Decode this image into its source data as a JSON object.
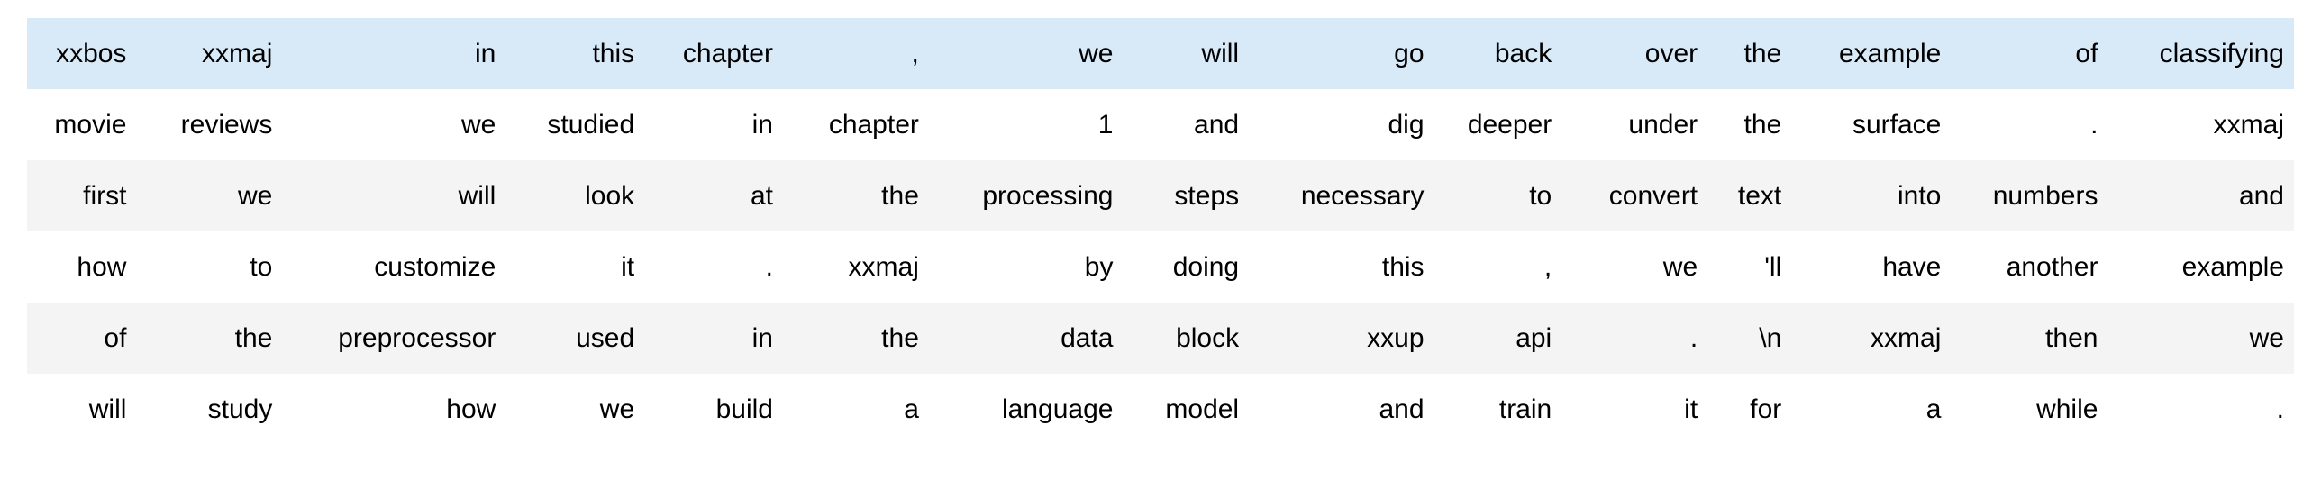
{
  "table": {
    "row_count": 6,
    "column_count": 16,
    "highlight_color": "#d8e9f8",
    "stripe_color": "#f4f4f4",
    "base_color": "#ffffff",
    "text_color": "#000000",
    "align": "right",
    "rows": [
      {
        "style": "highlight",
        "cells": [
          "xxbos",
          "xxmaj",
          "in",
          "this",
          "chapter",
          ",",
          "we",
          "will",
          "go",
          "back",
          "over",
          "the",
          "example",
          "of",
          "",
          "classifying"
        ]
      },
      {
        "style": "even",
        "cells": [
          "movie",
          "reviews",
          "we",
          "studied",
          "in",
          "chapter",
          "1",
          "and",
          "dig",
          "deeper",
          "under",
          "the",
          "surface",
          ".",
          "",
          "xxmaj"
        ]
      },
      {
        "style": "odd",
        "cells": [
          "first",
          "we",
          "will",
          "look",
          "at",
          "the",
          "processing",
          "steps",
          "necessary",
          "to",
          "convert",
          "text",
          "into",
          "numbers",
          "",
          "and"
        ]
      },
      {
        "style": "even",
        "cells": [
          "how",
          "to",
          "customize",
          "it",
          ".",
          "xxmaj",
          "by",
          "doing",
          "this",
          ",",
          "we",
          "'ll",
          "have",
          "another",
          "",
          "example"
        ]
      },
      {
        "style": "odd",
        "cells": [
          "of",
          "the",
          "preprocessor",
          "used",
          "in",
          "the",
          "data",
          "block",
          "xxup",
          "api",
          ".",
          "\\n",
          "xxmaj",
          "then",
          "",
          "we"
        ]
      },
      {
        "style": "even",
        "cells": [
          "will",
          "study",
          "how",
          "we",
          "build",
          "a",
          "language",
          "model",
          "and",
          "train",
          "it",
          "for",
          "a",
          "while",
          "",
          "."
        ]
      }
    ]
  }
}
